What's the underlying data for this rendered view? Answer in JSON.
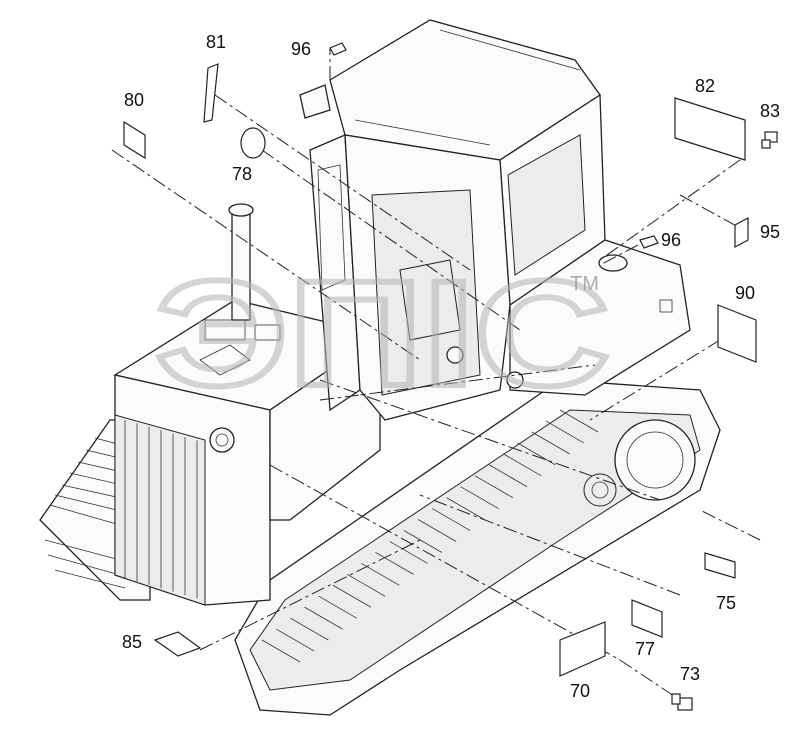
{
  "callouts": {
    "c70": "70",
    "c73": "73",
    "c75": "75",
    "c77": "77",
    "c78": "78",
    "c80": "80",
    "c81": "81",
    "c82": "82",
    "c83": "83",
    "c85": "85",
    "c90": "90",
    "c95": "95",
    "c96a": "96",
    "c96b": "96"
  },
  "watermark": {
    "text": "ЭПІС",
    "mark": "TM"
  },
  "colors": {
    "line": "#222222",
    "watermark": "#b4b4b4",
    "background": "#ffffff"
  }
}
